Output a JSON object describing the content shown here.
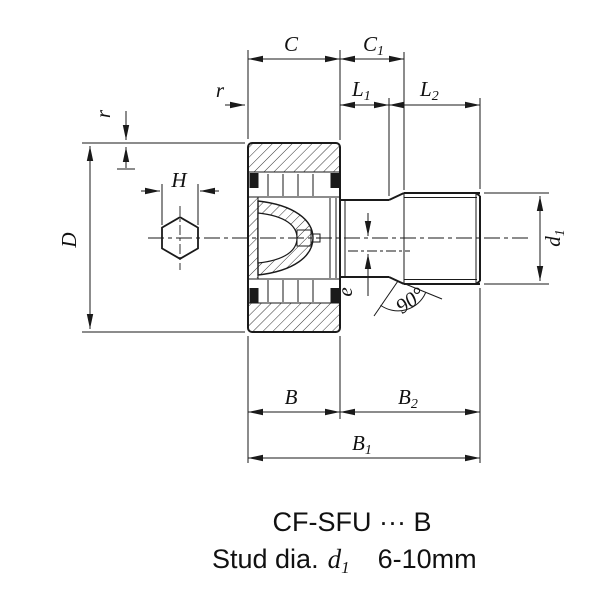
{
  "drawing": {
    "labels": {
      "C": "C",
      "C1": {
        "base": "C",
        "sub": "1"
      },
      "r_top": "r",
      "r_left": "r",
      "L1": {
        "base": "L",
        "sub": "1"
      },
      "L2": {
        "base": "L",
        "sub": "2"
      },
      "H": "H",
      "D": "D",
      "d1": {
        "base": "d",
        "sub": "1"
      },
      "e": "e",
      "angle": "90°",
      "B": "B",
      "B2": {
        "base": "B",
        "sub": "2"
      },
      "B1": {
        "base": "B",
        "sub": "1"
      }
    },
    "caption": {
      "model": "CF-SFU ··· B",
      "stud_label": "Stud dia.",
      "stud_dim_base": "d",
      "stud_dim_sub": "1",
      "size_range": "6-10mm"
    },
    "colors": {
      "line": "#1a1a1a",
      "background": "#ffffff"
    }
  }
}
